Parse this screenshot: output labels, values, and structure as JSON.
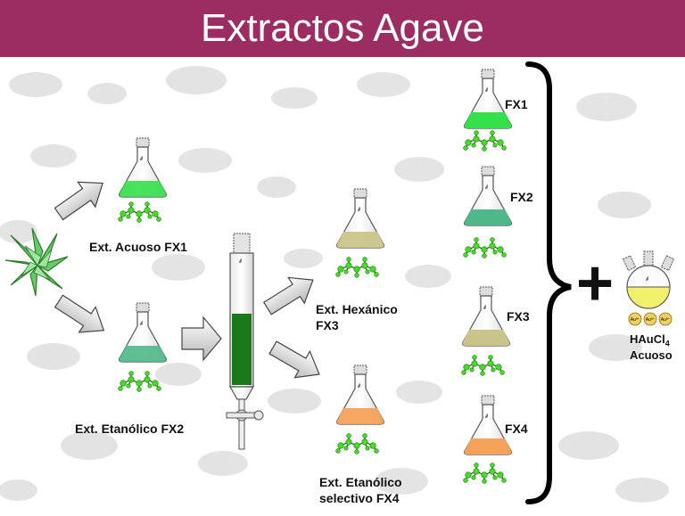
{
  "header": {
    "title": "Extractos Agave",
    "bg_color": "#9b2d62"
  },
  "labels": {
    "aqueous": "Ext. Acuoso FX1",
    "ethanolic": "Ext. Etanólico FX2",
    "hexanic_line1": "Ext. Hexánico",
    "hexanic_line2": "FX3",
    "selective_line1": "Ext. Etanólico",
    "selective_line2": "selectivo FX4",
    "fx1": "FX1",
    "fx2": "FX2",
    "fx3": "FX3",
    "fx4": "FX4",
    "plus": "+",
    "reagent_line1": "HAuCl",
    "reagent_sub": "4",
    "reagent_line2": "Acuoso",
    "au_ion": "Au³⁺"
  },
  "colors": {
    "fx1_liquid": "#33e04a",
    "fx2_liquid": "#4fb88a",
    "fx3_liquid": "#c9c58a",
    "fx4_liquid": "#f5a35a",
    "column_fill": "#1a7a1a",
    "gold_solution": "#f2f06a",
    "molecule": "#44dd22",
    "agave": "#66cc66"
  }
}
